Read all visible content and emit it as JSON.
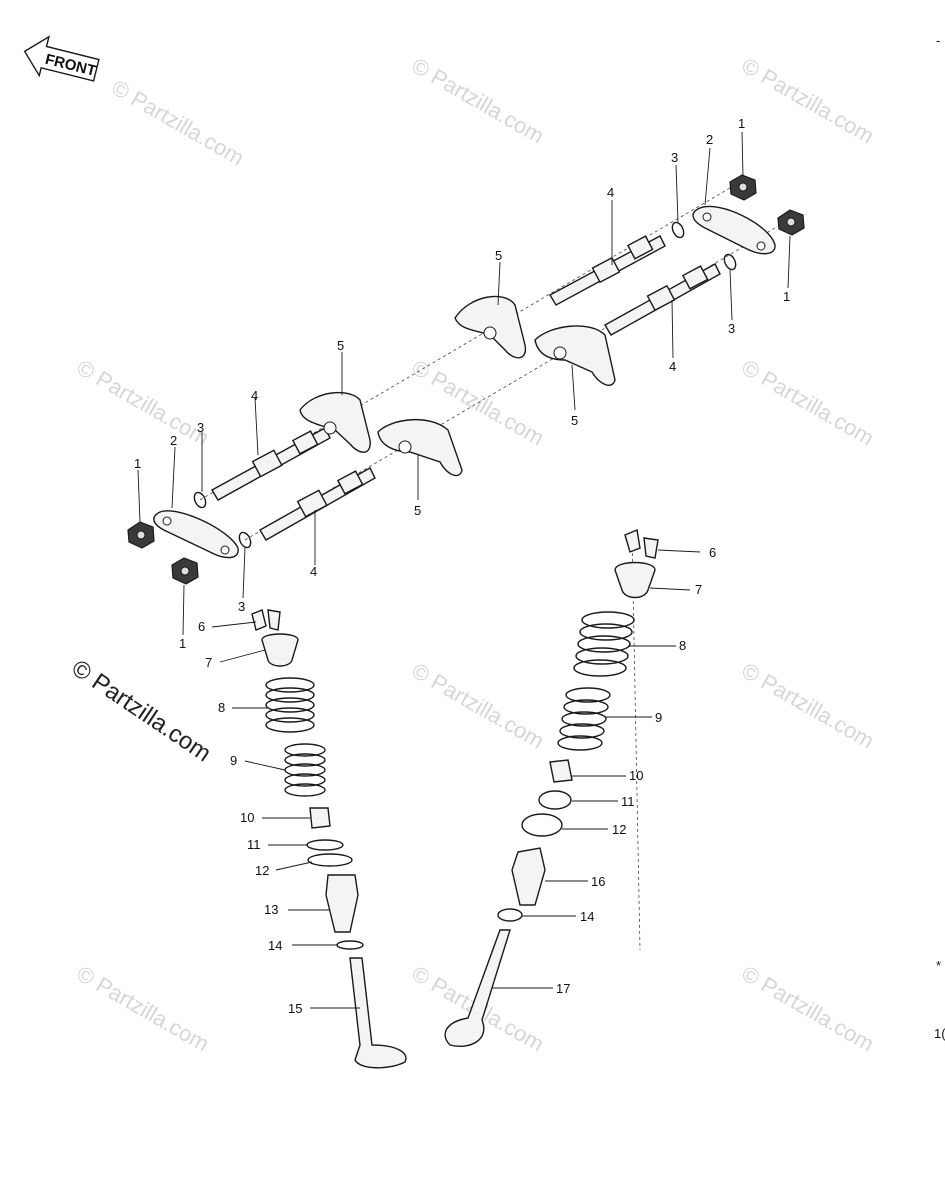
{
  "direction_label": "FRONT",
  "watermark": "© Partzilla.com",
  "margin_marks": [
    "-",
    "*",
    "1("
  ],
  "colors": {
    "ink": "#1a1a1a",
    "watermark": "#d6d6d6",
    "background": "#ffffff"
  },
  "callouts": [
    {
      "id": "c1a",
      "text": "1"
    },
    {
      "id": "c1b",
      "text": "1"
    },
    {
      "id": "c1c",
      "text": "1"
    },
    {
      "id": "c1d",
      "text": "1"
    },
    {
      "id": "c2a",
      "text": "2"
    },
    {
      "id": "c2b",
      "text": "2"
    },
    {
      "id": "c3a",
      "text": "3"
    },
    {
      "id": "c3b",
      "text": "3"
    },
    {
      "id": "c3c",
      "text": "3"
    },
    {
      "id": "c3d",
      "text": "3"
    },
    {
      "id": "c4a",
      "text": "4"
    },
    {
      "id": "c4b",
      "text": "4"
    },
    {
      "id": "c4c",
      "text": "4"
    },
    {
      "id": "c4d",
      "text": "4"
    },
    {
      "id": "c5a",
      "text": "5"
    },
    {
      "id": "c5b",
      "text": "5"
    },
    {
      "id": "c5c",
      "text": "5"
    },
    {
      "id": "c5d",
      "text": "5"
    },
    {
      "id": "c6a",
      "text": "6"
    },
    {
      "id": "c6b",
      "text": "6"
    },
    {
      "id": "c7a",
      "text": "7"
    },
    {
      "id": "c7b",
      "text": "7"
    },
    {
      "id": "c8a",
      "text": "8"
    },
    {
      "id": "c8b",
      "text": "8"
    },
    {
      "id": "c9a",
      "text": "9"
    },
    {
      "id": "c9b",
      "text": "9"
    },
    {
      "id": "c10a",
      "text": "10"
    },
    {
      "id": "c10b",
      "text": "10"
    },
    {
      "id": "c11a",
      "text": "11"
    },
    {
      "id": "c11b",
      "text": "11"
    },
    {
      "id": "c12a",
      "text": "12"
    },
    {
      "id": "c12b",
      "text": "12"
    },
    {
      "id": "c13",
      "text": "13"
    },
    {
      "id": "c14a",
      "text": "14"
    },
    {
      "id": "c14b",
      "text": "14"
    },
    {
      "id": "c15",
      "text": "15"
    },
    {
      "id": "c16",
      "text": "16"
    },
    {
      "id": "c17",
      "text": "17"
    }
  ]
}
